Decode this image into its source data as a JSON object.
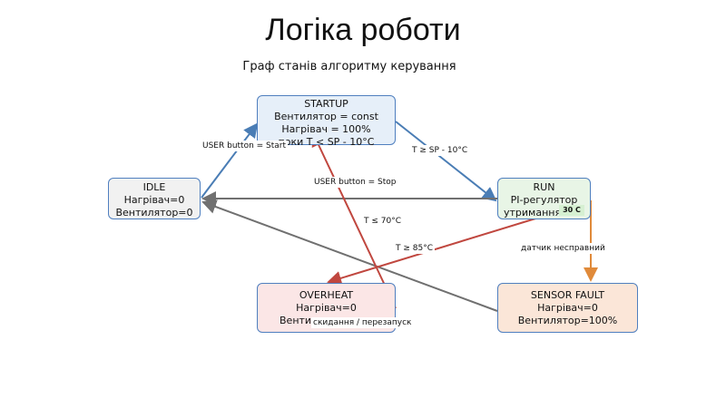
{
  "slide": {
    "title": "Логіка роботи",
    "diagram_title": "Граф станів алгоритму керування"
  },
  "nodes": {
    "startup": {
      "line1": "STARTUP",
      "line2": "Вентилятор = const",
      "line3": "Нагрівач = 100%",
      "line4": "поки T < SP - 10°C"
    },
    "idle": {
      "line1": "IDLE",
      "line2": "Нагрівач=0",
      "line3": "Вентилятор=0"
    },
    "run": {
      "line1": "RUN",
      "line2": "PI-регулятор",
      "line3": "утримання"
    },
    "overheat": {
      "line1": "OVERHEAT",
      "line2": "Нагрівач=0",
      "line3": "Вентил"
    },
    "sensor_fault": {
      "line1": "SENSOR FAULT",
      "line2": "Нагрівач=0",
      "line3": "Вентилятор=100%"
    }
  },
  "edges": {
    "user_start": "USER button = Start",
    "t_sp": "T ≥ SP - 10°C",
    "user_stop": "USER button = Stop",
    "t70": "T ≤ 70°C",
    "t85": "T ≥ 85°C",
    "sensor_bad": "датчик несправний",
    "reset": "скидання / перезапуск"
  },
  "run_badge": "30 C",
  "colors": {
    "blue_edge": "#4a7db5",
    "gray_edge": "#707070",
    "red_edge": "#c0473f",
    "orange_edge": "#e08a3a"
  }
}
